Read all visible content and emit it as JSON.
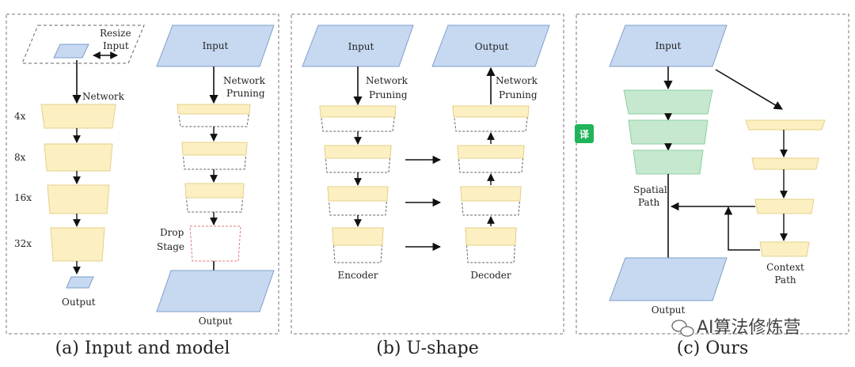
{
  "panels": {
    "a": {
      "caption": "(a) Input and model",
      "resize_label": [
        "Resize",
        "Input"
      ],
      "network_label": "Network",
      "scales": [
        "4x",
        "8x",
        "16x",
        "32x"
      ],
      "output_label": "Output",
      "right": {
        "input_label": "Input",
        "pruning_label": [
          "Network",
          "Pruning"
        ],
        "drop_label": [
          "Drop",
          "Stage"
        ],
        "output_label": "Output"
      }
    },
    "b": {
      "caption": "(b) U-shape",
      "input_label": "Input",
      "output_label": "Output",
      "pruning_left": [
        "Network",
        "Pruning"
      ],
      "pruning_right": [
        "Network",
        "Pruning"
      ],
      "encoder_label": "Encoder",
      "decoder_label": "Decoder"
    },
    "c": {
      "caption": "(c) Ours",
      "input_label": "Input",
      "spatial_label": [
        "Spatial",
        "Path"
      ],
      "context_label": [
        "Context",
        "Path"
      ],
      "output_label": "Output"
    }
  },
  "badge": "译",
  "watermark": "AI算法修炼营",
  "colors": {
    "yellow_fill": "#fcefc2",
    "yellow_stroke": "#e6d08a",
    "blue_fill": "#c6d9f1",
    "blue_stroke": "#7f9fc8",
    "green_fill": "#c5e8cf",
    "green_stroke": "#8fcfa0",
    "badge": "#21b35a"
  }
}
